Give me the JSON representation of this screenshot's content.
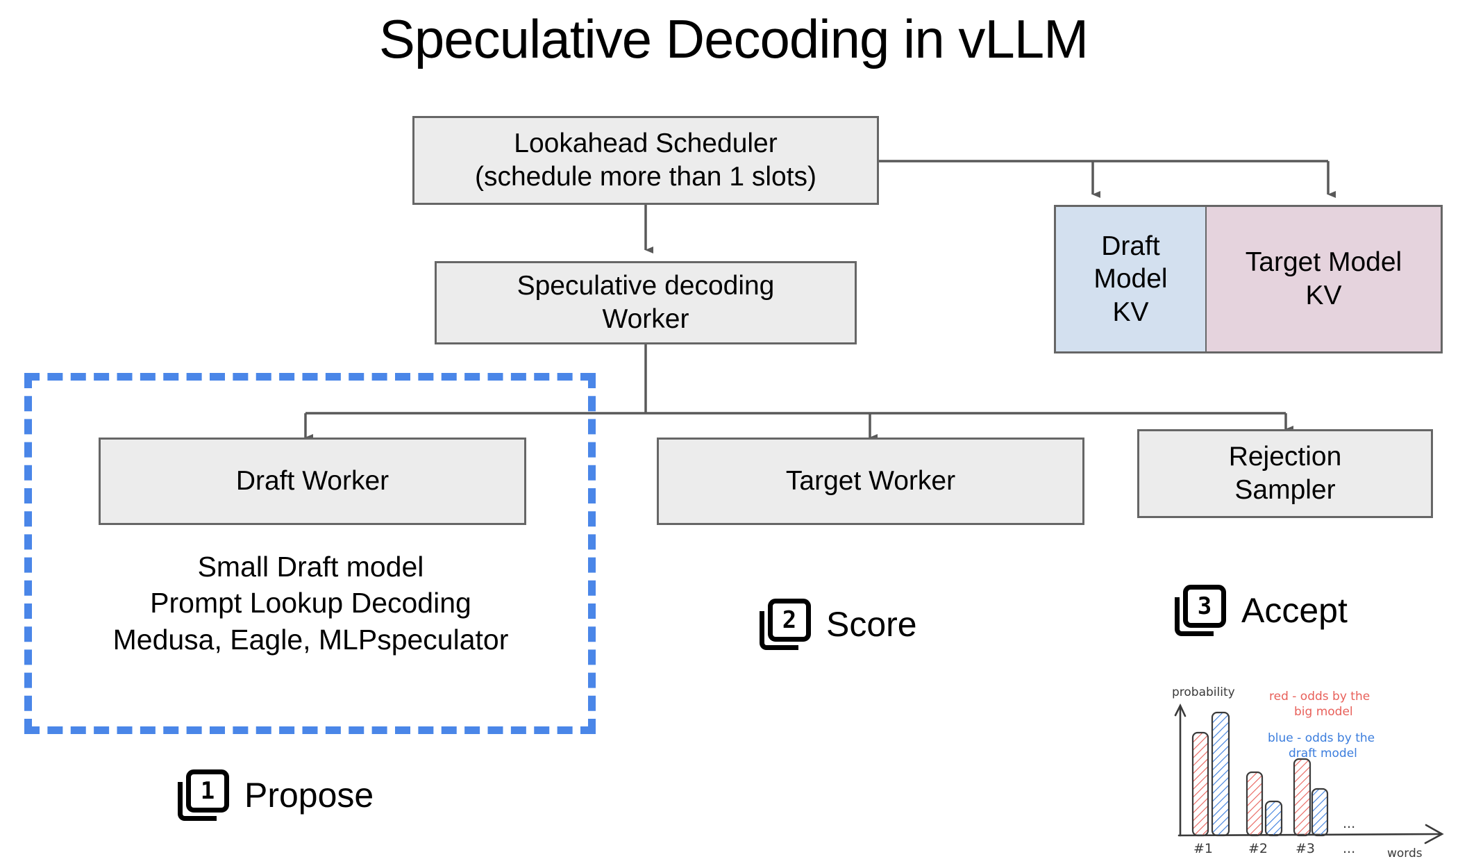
{
  "title": "Speculative Decoding in vLLM",
  "nodes": {
    "scheduler": "Lookahead Scheduler\n(schedule more than 1 slots)",
    "scheduler_line1": "Lookahead Scheduler",
    "scheduler_line2": "(schedule more than 1 slots)",
    "spec_worker_line1": "Speculative decoding",
    "spec_worker_line2": "Worker",
    "draft_worker": "Draft Worker",
    "target_worker": "Target Worker",
    "rejection_line1": "Rejection",
    "rejection_line2": "Sampler",
    "draft_kv_line1": "Draft",
    "draft_kv_line2": "Model",
    "draft_kv_line3": "KV",
    "target_kv_line1": "Target Model",
    "target_kv_line2": "KV"
  },
  "draft_notes": {
    "line1": "Small Draft model",
    "line2": "Prompt Lookup Decoding",
    "line3": "Medusa, Eagle, MLPspeculator"
  },
  "steps": [
    {
      "number": "1",
      "label": "Propose"
    },
    {
      "number": "2",
      "label": "Score"
    },
    {
      "number": "3",
      "label": "Accept"
    }
  ],
  "colors": {
    "box_fill": "#ececec",
    "box_border": "#666666",
    "draft_kv_fill": "#d3e0ef",
    "target_kv_fill": "#e5d3dd",
    "dashed_highlight": "#4a86e8",
    "chart_red": "#e8605a",
    "chart_blue": "#3b7ddd",
    "chart_ink": "#3a3a3a"
  },
  "chart_data": {
    "type": "bar",
    "title": "",
    "xlabel": "words",
    "ylabel": "probability",
    "categories": [
      "#1",
      "#2",
      "#3",
      "..."
    ],
    "series": [
      {
        "name": "red - odds by the big model",
        "color": "#e8605a",
        "values": [
          0.73,
          0.44,
          0.54,
          null
        ]
      },
      {
        "name": "blue - odds by the draft model",
        "color": "#3b7ddd",
        "values": [
          0.85,
          0.22,
          0.32,
          null
        ]
      }
    ],
    "ylim": [
      0,
      1
    ],
    "grid": false,
    "legend_position": "top-right",
    "annotations": {
      "legend_red_line1": "red - odds by the",
      "legend_red_line2": "big model",
      "legend_blue_line1": "blue - odds by the",
      "legend_blue_line2": "draft model",
      "ellipsis_upper": "...",
      "ellipsis_lower": "..."
    }
  }
}
